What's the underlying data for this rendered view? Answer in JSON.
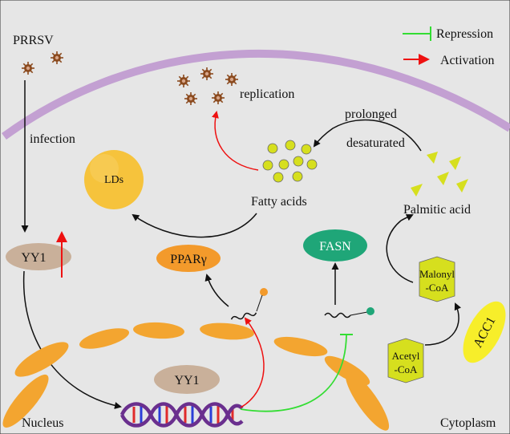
{
  "legend": {
    "repression": "Repression",
    "activation": "Activation"
  },
  "labels": {
    "virus": "PRRSV",
    "infection": "infection",
    "replication": "replication",
    "prolonged": "prolonged",
    "desaturated": "desaturated",
    "fatty_acids": "Fatty acids",
    "palmitic_acid": "Palmitic acid",
    "lds": "LDs",
    "yy1_cyto": "YY1",
    "yy1_nuc": "YY1",
    "ppar": "PPARγ",
    "fasn": "FASN",
    "malonyl_1": "Malonyl",
    "malonyl_2": "-CoA",
    "acetyl_1": "Acetyl",
    "acetyl_2": "-CoA",
    "acc1": "ACC1",
    "nucleus": "Nucleus",
    "cytoplasm": "Cytoplasm"
  },
  "colors": {
    "background": "#e6e6e6",
    "membrane": "#c3a0d2",
    "repression": "#33dd33",
    "activation": "#ee1111",
    "virus": "#8b4a1e",
    "yellow_green": "#d6df1e",
    "lds": "#f6c33c",
    "yy1": "#c9b09a",
    "ppar": "#f39a2b",
    "fasn": "#1fa678",
    "organelle": "#f3a530",
    "dna": "#6a2f8e",
    "acc1": "#f7ee2a"
  }
}
